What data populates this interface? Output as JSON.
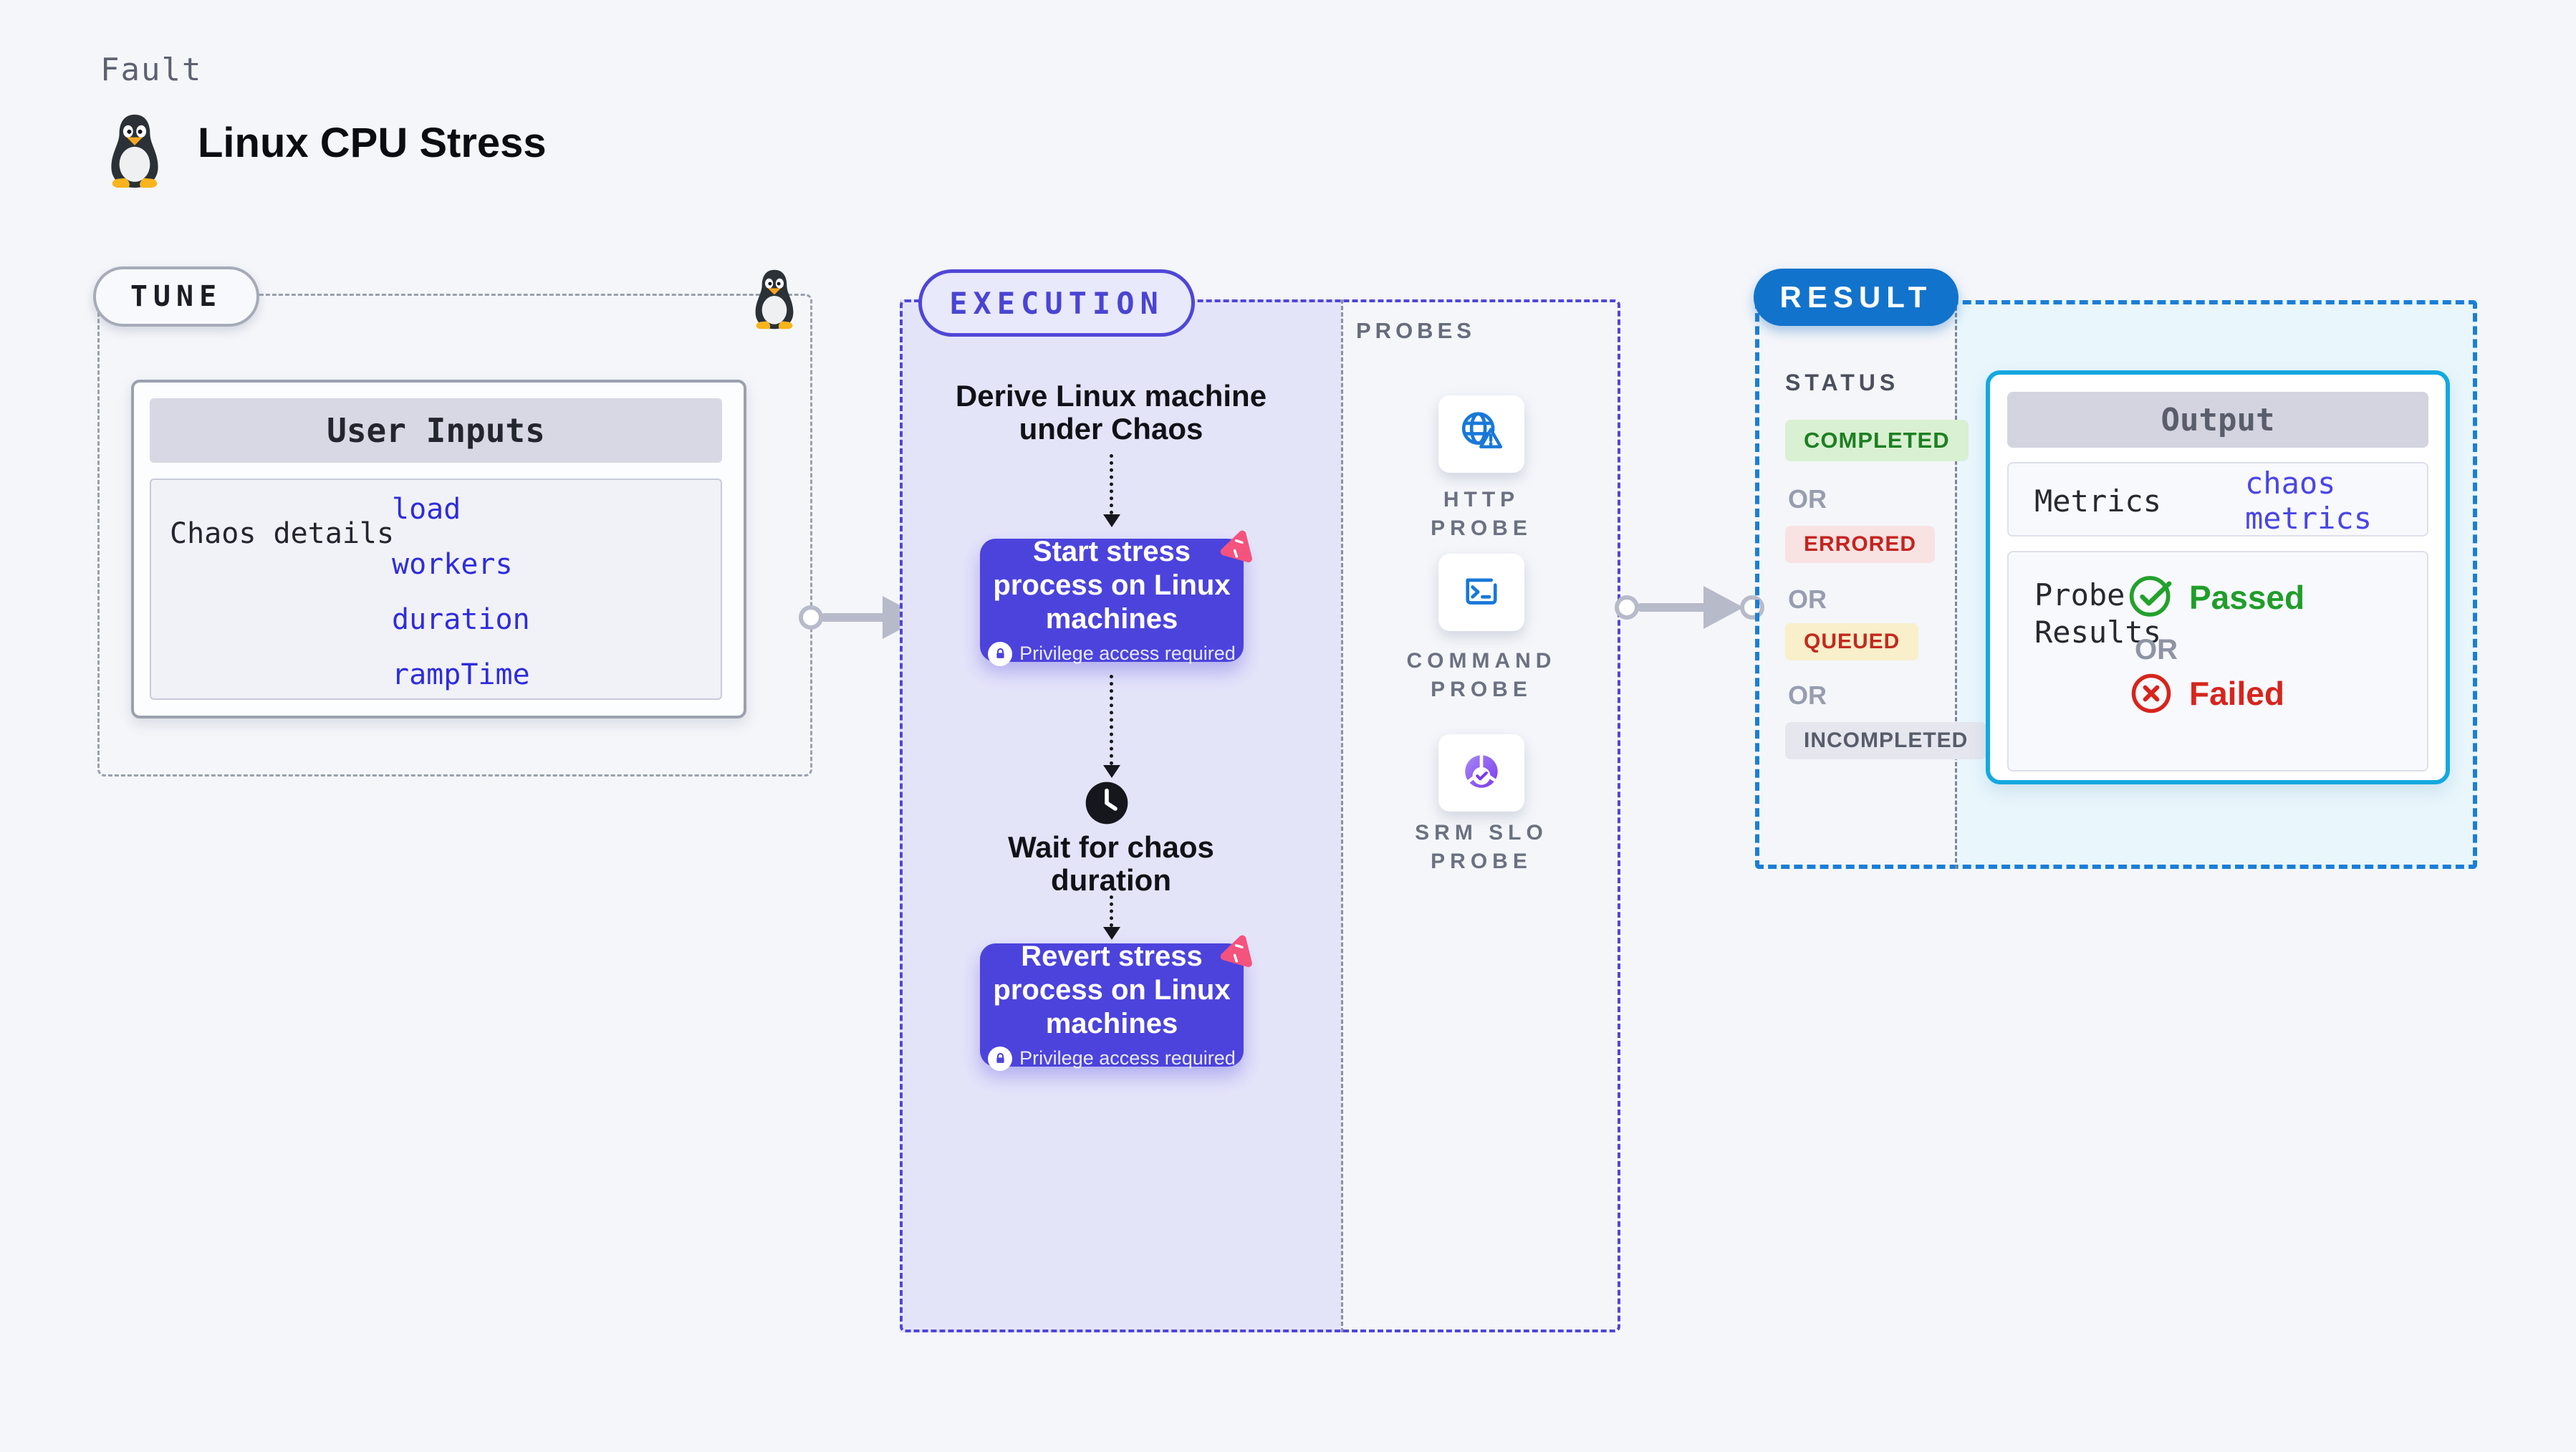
{
  "header": {
    "kicker": "Fault",
    "title": "Linux CPU Stress",
    "icon": "tux-penguin-icon"
  },
  "tune": {
    "pill": "TUNE",
    "icon": "tux-penguin-icon",
    "card": {
      "title": "User Inputs",
      "row_label": "Chaos details",
      "inputs": [
        "load",
        "workers",
        "duration",
        "rampTime"
      ]
    }
  },
  "execution": {
    "pill": "EXECUTION",
    "derive_lines": [
      "Derive Linux machine",
      "under Chaos"
    ],
    "start_step": {
      "lines": [
        "Start stress",
        "process on Linux",
        "machines"
      ],
      "badge": "Privilege access required",
      "corner_icon": "chaos-litmus-icon",
      "badge_icon": "lock-icon"
    },
    "wait_icon": "clock-icon",
    "wait_lines": [
      "Wait for chaos",
      "duration"
    ],
    "revert_step": {
      "lines": [
        "Revert stress",
        "process on Linux",
        "machines"
      ],
      "badge": "Privilege access required",
      "corner_icon": "chaos-litmus-icon",
      "badge_icon": "lock-icon"
    }
  },
  "probes": {
    "heading": "PROBES",
    "items": [
      {
        "icon": "globe-alert-icon",
        "lines": [
          "HTTP PROBE",
          ""
        ]
      },
      {
        "icon": "terminal-icon",
        "lines": [
          "COMMAND",
          "PROBE"
        ]
      },
      {
        "icon": "slo-pie-check-icon",
        "lines": [
          "SRM SLO",
          "PROBE"
        ]
      }
    ]
  },
  "result": {
    "pill": "RESULT",
    "status_heading": "STATUS",
    "or_label": "OR",
    "statuses": [
      {
        "text": "COMPLETED",
        "bg": "#d9f0d2",
        "fg": "#1d7f22"
      },
      {
        "text": "ERRORED",
        "bg": "#f9e2e2",
        "fg": "#c32420"
      },
      {
        "text": "QUEUED",
        "bg": "#f9efca",
        "fg": "#c22a1e"
      },
      {
        "text": "INCOMPLETED",
        "bg": "#e5e6ee",
        "fg": "#575c6a"
      }
    ],
    "output": {
      "title": "Output",
      "metrics_label": "Metrics",
      "metrics_link": "chaos metrics",
      "probe_results_lines": [
        "Probe",
        "Results"
      ],
      "passed": "Passed",
      "or": "OR",
      "failed": "Failed",
      "passed_icon": "check-circle-icon",
      "failed_icon": "x-circle-icon"
    }
  },
  "colors": {
    "page_bg": "#f4f6fa",
    "execution_fill": "#e4e4f9",
    "execution_border": "#4f46d8",
    "step_button": "#4c43dc",
    "link_blue": "#2f2cdb",
    "probe_icon_blue": "#1878d8",
    "srm_purple": "#7a3bf0",
    "result_pill_blue": "#1273cc",
    "result_border_blue": "#1b7ed6",
    "output_border_cyan": "#14a8e0",
    "result_area_cyan": "#e9f6fc",
    "chaos_pink": "#f4537e",
    "passed_green": "#1f9e2a",
    "failed_red": "#d6251d",
    "arrow_gray": "#b7bac9"
  }
}
